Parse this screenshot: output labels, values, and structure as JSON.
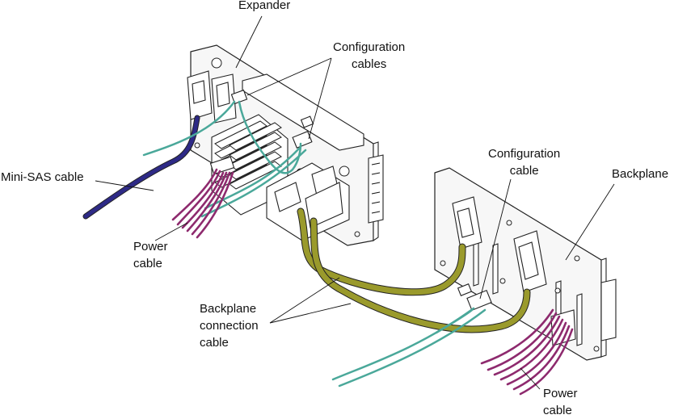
{
  "labels": {
    "expander": "Expander",
    "config_cables_line1": "Configuration",
    "config_cables_line2": "cables",
    "config_cable_line1": "Configuration",
    "config_cable_line2": "cable",
    "backplane": "Backplane",
    "mini_sas": "Mini-SAS cable",
    "power_left_line1": "Power",
    "power_left_line2": "cable",
    "backplane_conn_line1": "Backplane",
    "backplane_conn_line2": "connection",
    "backplane_conn_line3": "cable",
    "power_right_line1": "Power",
    "power_right_line2": "cable"
  },
  "colors": {
    "mini_sas_cable": "#2e2a86",
    "configuration_cable": "#4aa89a",
    "power_cable": "#8e2a6e",
    "backplane_connection_cable": "#9a9a2c",
    "line": "#222222"
  }
}
